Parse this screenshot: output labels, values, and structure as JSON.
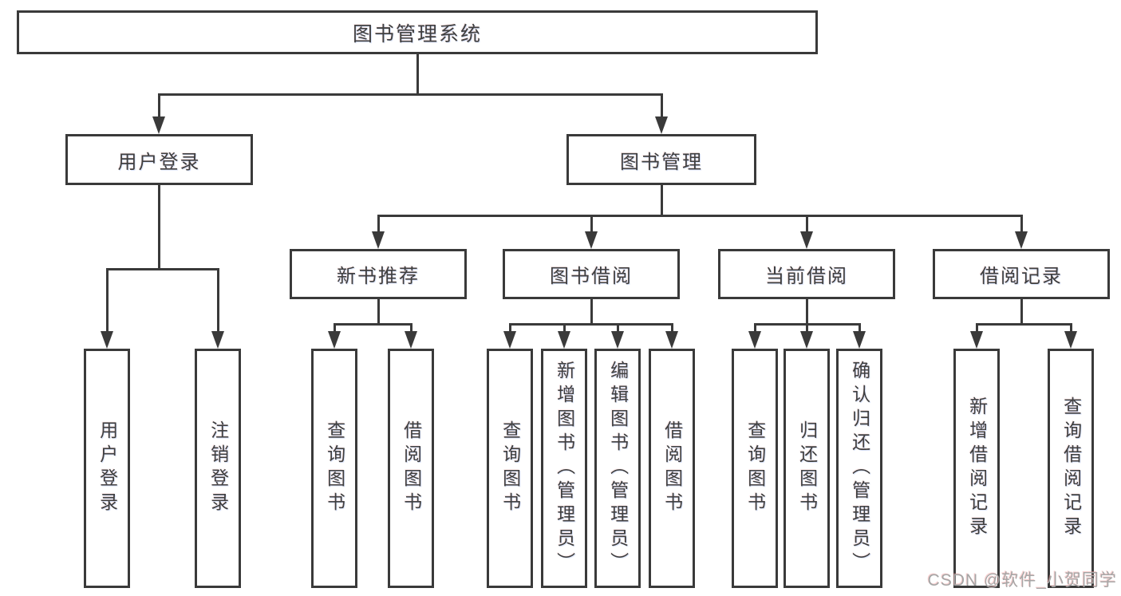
{
  "nodes": {
    "root": "图书管理系统",
    "user_login": "用户登录",
    "book_mgmt": "图书管理",
    "new_books": "新书推荐",
    "book_borrow": "图书借阅",
    "current_borrow": "当前借阅",
    "borrow_records": "借阅记录"
  },
  "leaves": {
    "login": [
      "用户登录",
      "注销登录"
    ],
    "new_books": [
      "查询图书",
      "借阅图书"
    ],
    "book_borrow": [
      "查询图书",
      "新增图书（管理员）",
      "编辑图书（管理员）",
      "借阅图书"
    ],
    "current_borrow": [
      "查询图书",
      "归还图书",
      "确认归还（管理员）"
    ],
    "borrow_records": [
      "新增借阅记录",
      "查询借阅记录"
    ]
  },
  "watermark": "CSDN @软件_小贺同学",
  "colors": {
    "line": "#3a3a3a",
    "text": "#3f3f3f",
    "watermark": "#a6a6a6",
    "background": "#ffffff"
  }
}
